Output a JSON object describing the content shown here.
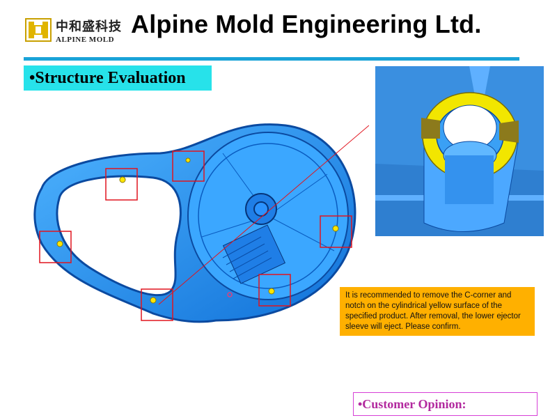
{
  "header": {
    "logo_cn": "中和盛科技",
    "logo_en": "ALPINE MOLD",
    "company_name": "Alpine Mold Engineering Ltd."
  },
  "section": {
    "title": "•Structure Evaluation"
  },
  "note": {
    "text": "It is recommended to remove the C-corner and notch on the cylindrical yellow surface of the specified product. After removal, the lower ejector sleeve will eject. Please confirm."
  },
  "customer": {
    "label": "•Customer Opinion:"
  },
  "colors": {
    "header_rule": "#1aa3d8",
    "section_bg": "#27e2ea",
    "note_bg": "#ffb000",
    "opinion_border": "#d63fd6",
    "opinion_text": "#b2299e",
    "highlight_box": "#e1141e",
    "part_blue": "#1e90ff"
  },
  "icons": {
    "logo": "alpine-mold-logo-icon"
  }
}
